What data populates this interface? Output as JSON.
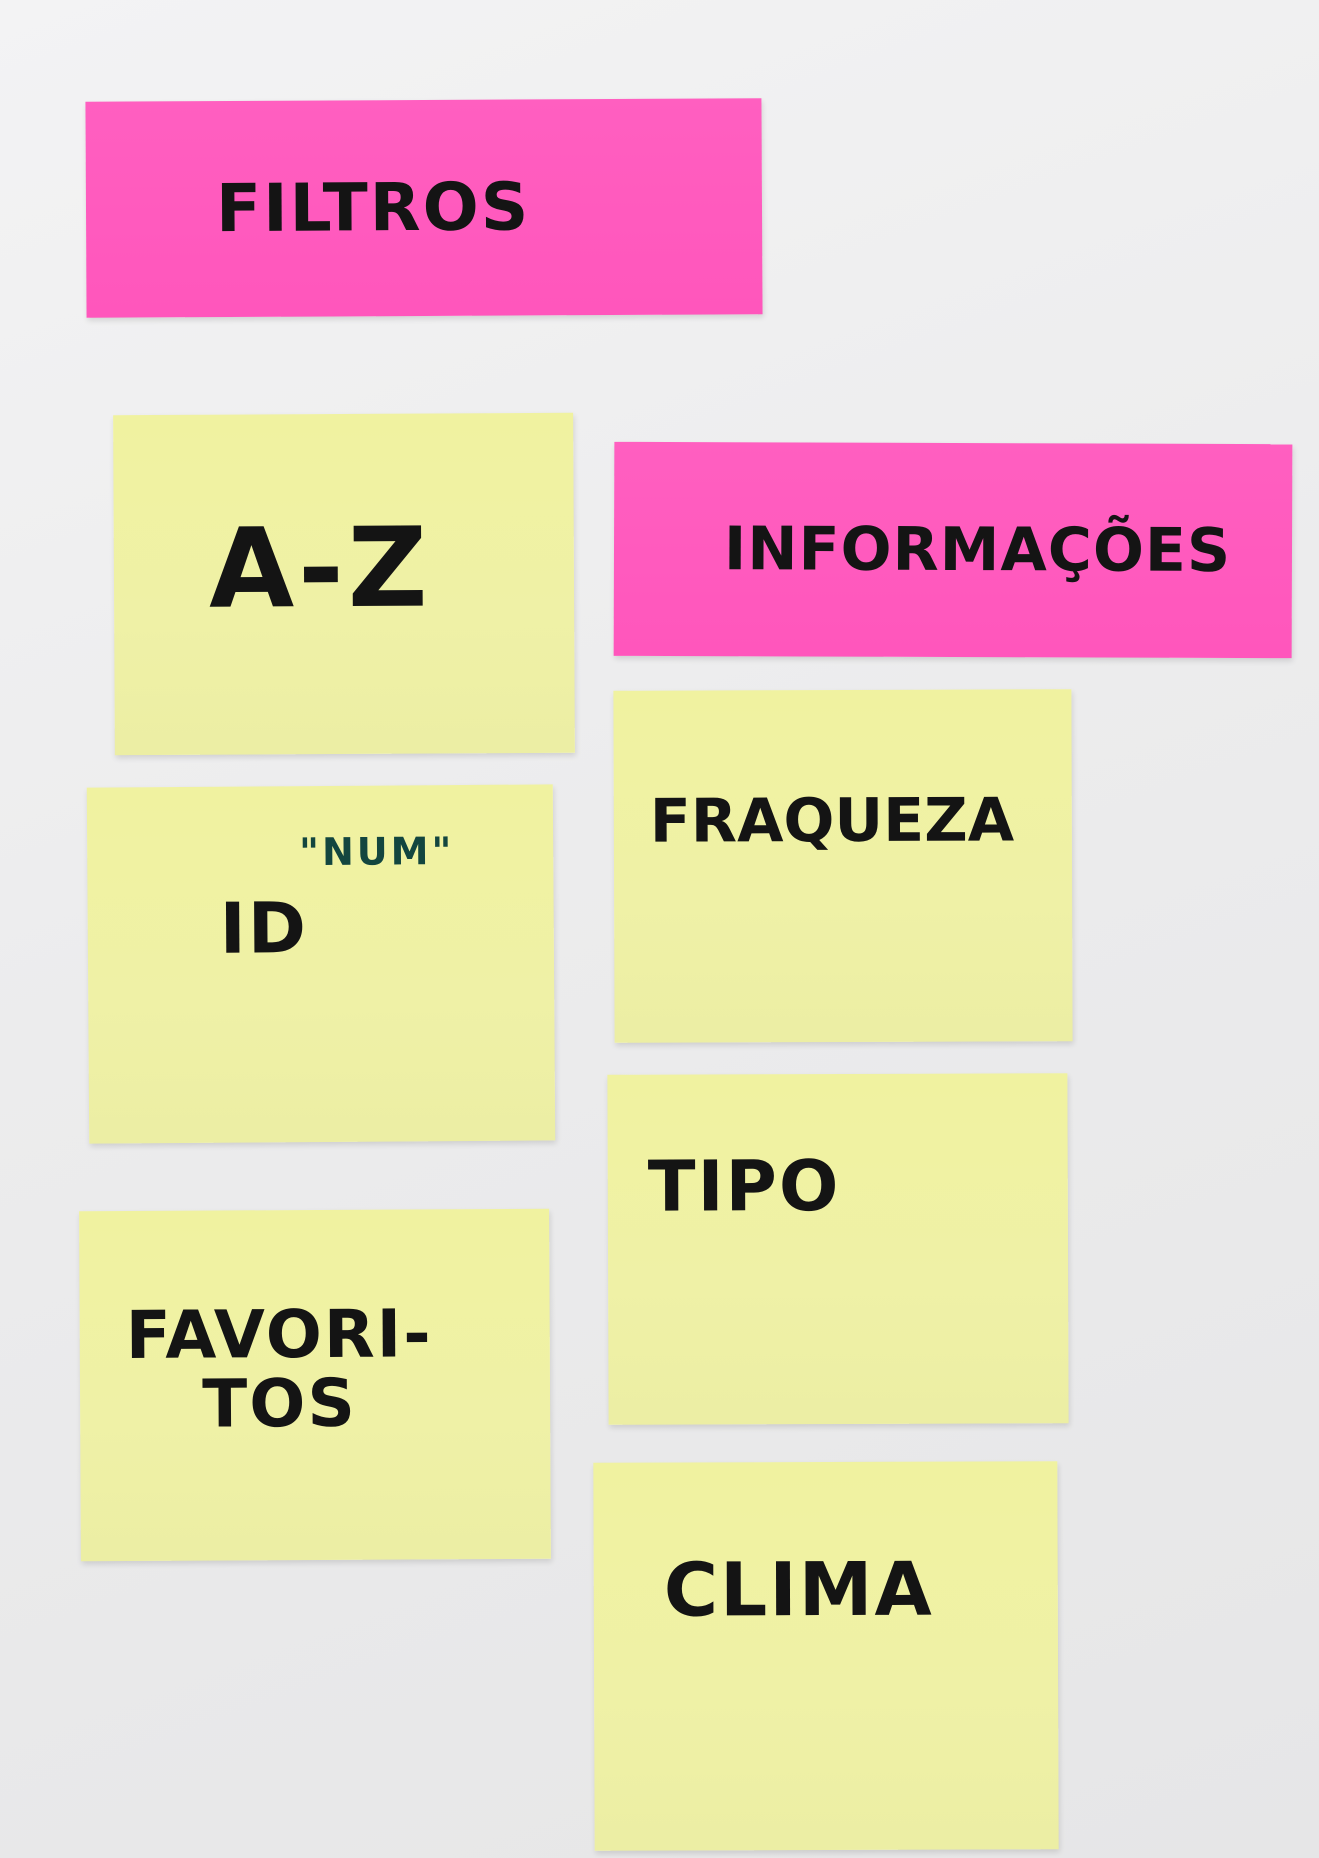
{
  "board": {
    "filtros_header": {
      "label": "FILTROS",
      "color": "#ff5abf"
    },
    "informacoes_header": {
      "label": "INFORMAÇÕES",
      "color": "#ff5abf"
    },
    "filters": [
      {
        "label": "A-Z"
      },
      {
        "label": "ID",
        "annotation": "\"NUM\""
      },
      {
        "label": "FAVORI-\nTOS"
      }
    ],
    "info_items": [
      {
        "label": "FRAQUEZA"
      },
      {
        "label": "TIPO"
      },
      {
        "label": "CLIMA"
      }
    ],
    "note_colors": {
      "yellow": "#eff1a4",
      "pink": "#ff5abf",
      "background": "#eeeeef"
    }
  }
}
